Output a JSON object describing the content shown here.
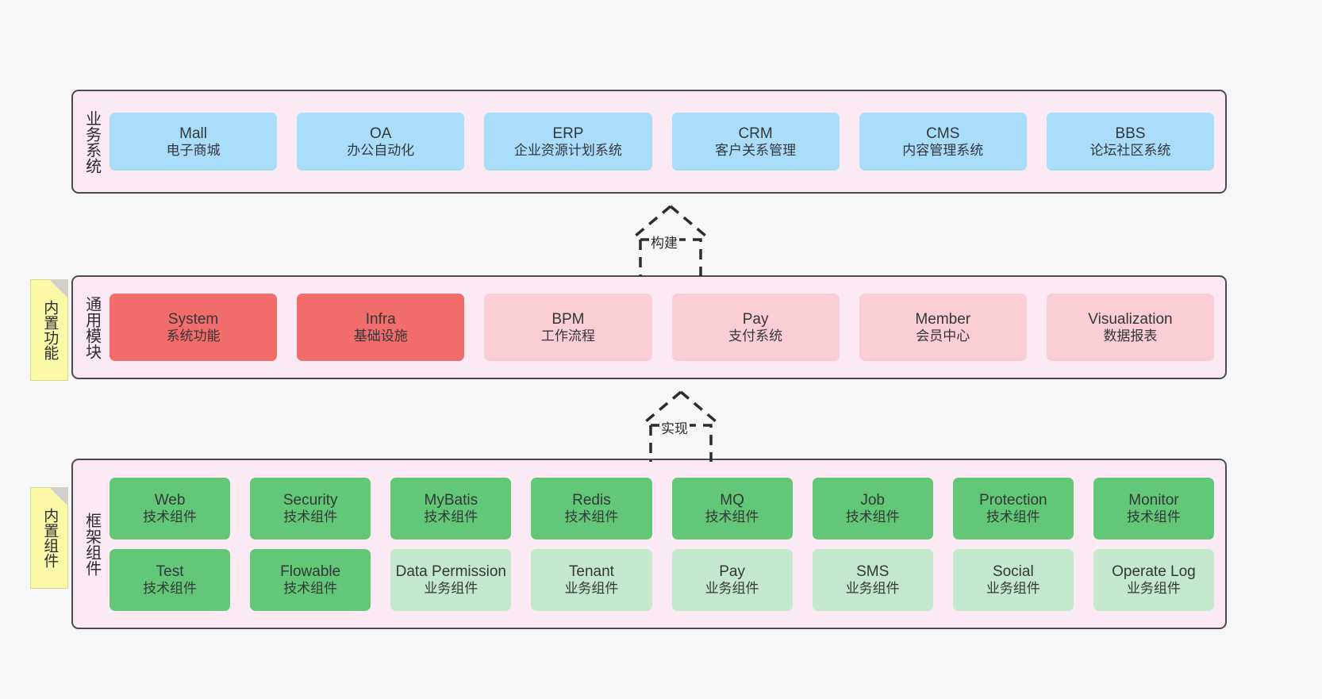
{
  "diagram": {
    "background_color": "#f7f7f7",
    "panel_color": "#fbeaf4",
    "panel_border_color": "#4b4b52",
    "note_color": "#fbf8a8"
  },
  "layers": [
    {
      "id": "business",
      "title": "业务系统",
      "card_color": "#aaddfb",
      "rows": [
        {
          "cards": [
            {
              "en": "Mall",
              "cn": "电子商城",
              "variant": "c-blue"
            },
            {
              "en": "OA",
              "cn": "办公自动化",
              "variant": "c-blue"
            },
            {
              "en": "ERP",
              "cn": "企业资源计划系统",
              "variant": "c-blue"
            },
            {
              "en": "CRM",
              "cn": "客户关系管理",
              "variant": "c-blue"
            },
            {
              "en": "CMS",
              "cn": "内容管理系统",
              "variant": "c-blue"
            },
            {
              "en": "BBS",
              "cn": "论坛社区系统",
              "variant": "c-blue"
            }
          ]
        }
      ]
    },
    {
      "id": "common",
      "title": "通用模块",
      "note": "内置功能",
      "rows": [
        {
          "cards": [
            {
              "en": "System",
              "cn": "系统功能",
              "variant": "c-red-strong"
            },
            {
              "en": "Infra",
              "cn": "基础设施",
              "variant": "c-red-strong"
            },
            {
              "en": "BPM",
              "cn": "工作流程",
              "variant": "c-red-soft"
            },
            {
              "en": "Pay",
              "cn": "支付系统",
              "variant": "c-red-soft"
            },
            {
              "en": "Member",
              "cn": "会员中心",
              "variant": "c-red-soft"
            },
            {
              "en": "Visualization",
              "cn": "数据报表",
              "variant": "c-red-soft"
            }
          ]
        }
      ]
    },
    {
      "id": "framework",
      "title": "框架组件",
      "note": "内置组件",
      "rows": [
        {
          "cards": [
            {
              "en": "Web",
              "cn": "技术组件",
              "variant": "c-green-strong"
            },
            {
              "en": "Security",
              "cn": "技术组件",
              "variant": "c-green-strong"
            },
            {
              "en": "MyBatis",
              "cn": "技术组件",
              "variant": "c-green-strong"
            },
            {
              "en": "Redis",
              "cn": "技术组件",
              "variant": "c-green-strong"
            },
            {
              "en": "MQ",
              "cn": "技术组件",
              "variant": "c-green-strong"
            },
            {
              "en": "Job",
              "cn": "技术组件",
              "variant": "c-green-strong"
            },
            {
              "en": "Protection",
              "cn": "技术组件",
              "variant": "c-green-strong"
            },
            {
              "en": "Monitor",
              "cn": "技术组件",
              "variant": "c-green-strong"
            }
          ]
        },
        {
          "cards": [
            {
              "en": "Test",
              "cn": "技术组件",
              "variant": "c-green-strong"
            },
            {
              "en": "Flowable",
              "cn": "技术组件",
              "variant": "c-green-strong"
            },
            {
              "en": "Data Permission",
              "cn": "业务组件",
              "variant": "c-green-soft"
            },
            {
              "en": "Tenant",
              "cn": "业务组件",
              "variant": "c-green-soft"
            },
            {
              "en": "Pay",
              "cn": "业务组件",
              "variant": "c-green-soft"
            },
            {
              "en": "SMS",
              "cn": "业务组件",
              "variant": "c-green-soft"
            },
            {
              "en": "Social",
              "cn": "业务组件",
              "variant": "c-green-soft"
            },
            {
              "en": "Operate Log",
              "cn": "业务组件",
              "variant": "c-green-soft"
            }
          ]
        }
      ]
    }
  ],
  "arrows": [
    {
      "id": "build",
      "label": "构建",
      "style": "dashed-generalization",
      "from": "通用模块",
      "to": "业务系统"
    },
    {
      "id": "impl",
      "label": "实现",
      "style": "dashed-generalization",
      "from": "框架组件",
      "to": "通用模块"
    }
  ]
}
